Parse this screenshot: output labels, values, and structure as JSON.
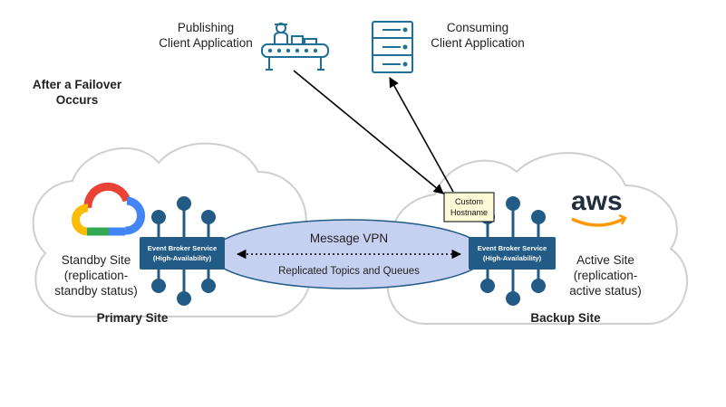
{
  "heading": {
    "line1": "After a Failover",
    "line2": "Occurs"
  },
  "publisher": {
    "line1": "Publishing",
    "line2": "Client Application",
    "icon": "factory-conveyor-icon"
  },
  "consumer": {
    "line1": "Consuming",
    "line2": "Client Application",
    "icon": "server-rack-icon"
  },
  "primary_site": {
    "name": "Primary Site",
    "status_line1": "Standby Site",
    "status_line2": "(replication-",
    "status_line3": "standby status)",
    "logo": "google-cloud-logo"
  },
  "backup_site": {
    "name": "Backup Site",
    "status_line1": "Active Site",
    "status_line2": "(replication-",
    "status_line3": "active status)",
    "logo": "aws-logo",
    "logo_text": "aws"
  },
  "broker_left": {
    "line1": "Event Broker Service",
    "line2": "(High-Availability)"
  },
  "broker_right": {
    "line1": "Event Broker Service",
    "line2": "(High-Availability)"
  },
  "vpn": {
    "title": "Message VPN",
    "subtitle": "Replicated Topics and Queues"
  },
  "custom_hostname": {
    "line1": "Custom",
    "line2": "Hostname"
  },
  "colors": {
    "broker": "#215b86",
    "icon": "#1f6f99",
    "vpn_fill": "#c6d0f0",
    "note_fill": "#fdfbd7",
    "cloud_stroke": "#cfcfcf",
    "aws_orange": "#ff9900",
    "aws_text": "#232f3e"
  }
}
